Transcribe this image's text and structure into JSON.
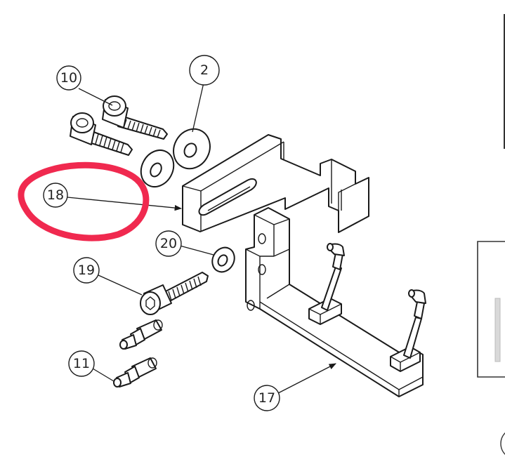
{
  "diagram": {
    "callouts": [
      {
        "id": "c10",
        "label": "10"
      },
      {
        "id": "c2",
        "label": "2"
      },
      {
        "id": "c18",
        "label": "18"
      },
      {
        "id": "c20",
        "label": "20"
      },
      {
        "id": "c19",
        "label": "19"
      },
      {
        "id": "c11",
        "label": "11"
      },
      {
        "id": "c17",
        "label": "17"
      }
    ],
    "highlight": {
      "target": "18",
      "color": "#f0294f"
    }
  }
}
